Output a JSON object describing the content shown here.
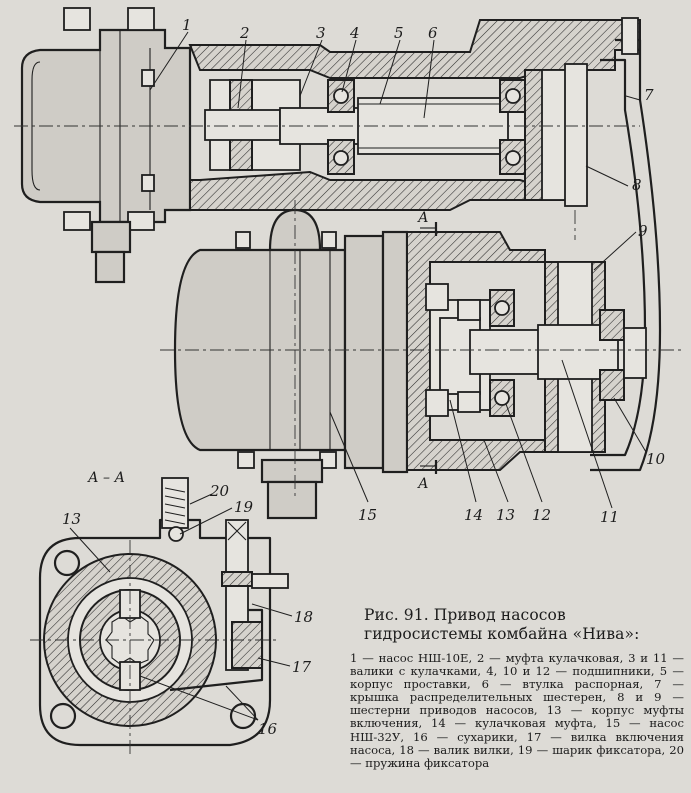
{
  "figure": {
    "caption_title": "Рис. 91. Привод насосов гидросистемы комбайна «Нива»:",
    "caption_body": "1 — насос НШ-10Е, 2 — муфта кулачковая, 3 и 11 — валики с кулачками, 4, 10 и 12 — подшипники, 5 — корпус проставки, 6 — втулка распорная, 7 — крышка распределительных шестерен, 8 и 9 — шестерни приводов насосов, 13 — корпус муфты включения, 14 — кулачковая муфта, 15 — насос НШ-32У, 16 — сухарики, 17 — вилка включения насоса, 18 — валик вилки, 19 — шарик фиксатора, 20 — пружина фиксатора"
  },
  "section": {
    "title": "А – А",
    "cut_label_top": "А",
    "cut_label_bottom": "А"
  },
  "callouts": [
    "1",
    "2",
    "3",
    "4",
    "5",
    "6",
    "7",
    "8",
    "9",
    "10",
    "11",
    "12",
    "13",
    "14",
    "15",
    "16",
    "17",
    "18",
    "19",
    "20"
  ]
}
